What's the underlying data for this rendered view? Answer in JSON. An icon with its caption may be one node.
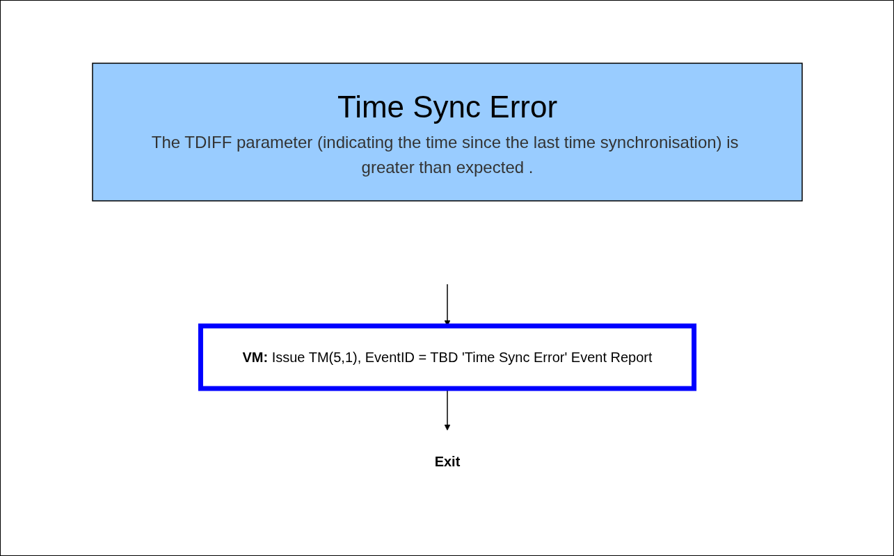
{
  "diagram": {
    "nodes": [
      {
        "text": [
          "Time Sync Error",
          "The TDIFF parameter (indicating the time since the last time synchronisation) is greater than expected ."
        ]
      },
      {
        "text": [
          "**VM:** Issue TM(5,1), EventID = TBD 'Time Sync Error' Event Report"
        ]
      },
      {
        "text": [
          "Exit"
        ]
      }
    ],
    "edges": [
      {
        "from": null,
        "to": 1,
        "arrow": "to"
      },
      {
        "from": 1,
        "to": 2,
        "arrow": "to"
      }
    ]
  }
}
